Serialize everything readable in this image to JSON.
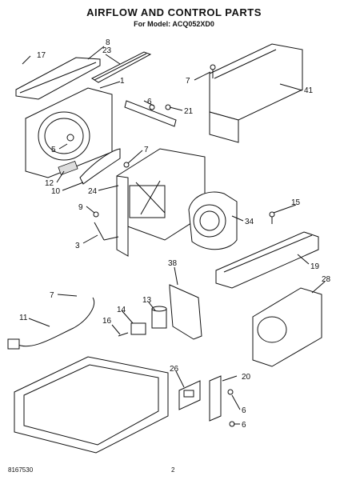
{
  "header": {
    "title": "AIRFLOW AND CONTROL PARTS",
    "model_label": "For Model: ACQ052XD0"
  },
  "footer": {
    "doc_number": "8167530",
    "page_number": "2"
  },
  "callouts": {
    "c17": "17",
    "c8": "8",
    "c23": "23",
    "c1": "1",
    "c7a": "7",
    "c41": "41",
    "c6a": "6",
    "c21": "21",
    "c5": "5",
    "c7b": "7",
    "c12": "12",
    "c10": "10",
    "c24": "24",
    "c9": "9",
    "c3": "3",
    "c34": "34",
    "c15": "15",
    "c19": "19",
    "c38": "38",
    "c28": "28",
    "c7c": "7",
    "c13": "13",
    "c11": "11",
    "c14": "14",
    "c16": "16",
    "c26": "26",
    "c20": "20",
    "c6b": "6",
    "c6c": "6"
  }
}
